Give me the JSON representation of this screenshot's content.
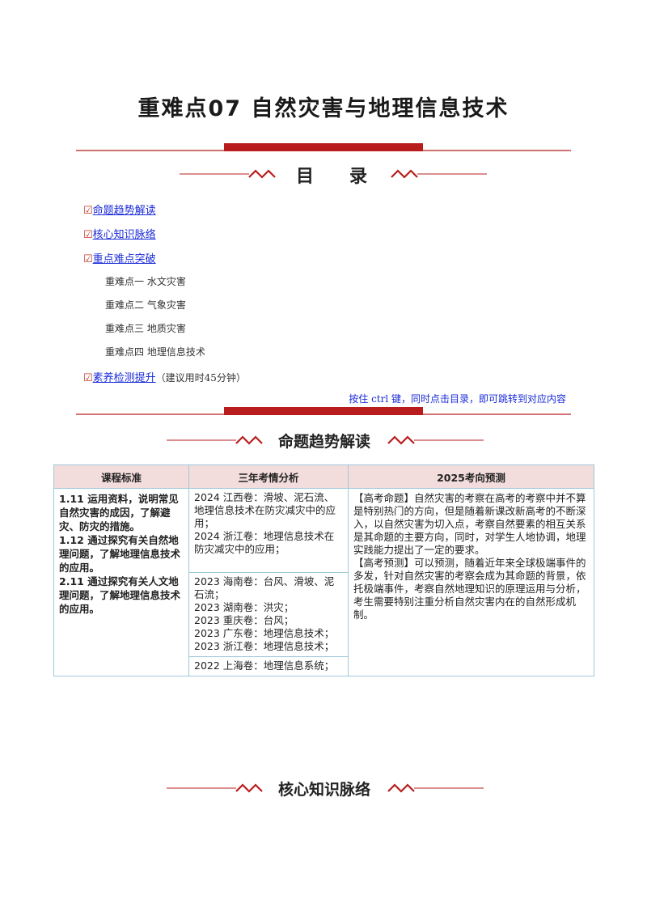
{
  "title": "重难点07 自然灾害与地理信息技术",
  "toc_heading": "目　　录",
  "toc": {
    "items": [
      {
        "label": "命题趋势解读"
      },
      {
        "label": "核心知识脉络"
      },
      {
        "label": "重点难点突破"
      }
    ],
    "subitems": [
      "重难点一  水文灾害",
      "重难点二  气象灾害",
      "重难点三  地质灾害",
      "重难点四  地理信息技术"
    ],
    "last_item": {
      "label": "素养检测提升",
      "suffix": "（建议用时45分钟）"
    },
    "note": "按住 ctrl 键，同时点击目录，即可跳转到对应内容"
  },
  "section1": {
    "title": "命题趋势解读"
  },
  "table": {
    "headers": [
      "课程标准",
      "三年考情分析",
      "2025考向预测"
    ],
    "standards": [
      "1.11 运用资料，说明常见自然灾害的成因，了解避灾、防灾的措施。",
      "1.12 通过探究有关自然地理问题，了解地理信息技术的应用。",
      "2.11 通过探究有关人文地理问题，了解地理信息技术的应用。"
    ],
    "analysis_blocks": [
      [
        "2024 江西卷：滑坡、泥石流、地理信息技术在防灾减灾中的应用；",
        "2024 浙江卷：地理信息技术在防灾减灾中的应用；"
      ],
      [
        "2023 海南卷：台风、滑坡、泥石流；",
        "2023 湖南卷：洪灾；",
        "2023 重庆卷：台风；",
        "2023 广东卷：地理信息技术；",
        "2023 浙江卷：地理信息技术；"
      ],
      [
        "2022 上海卷：地理信息系统；"
      ]
    ],
    "prediction": [
      "【高考命题】自然灾害的考察在高考的考察中并不算是特别热门的方向，但是随着新课改新高考的不断深入，以自然灾害为切入点，考察自然要素的相互关系是其命题的主要方向，同时，对学生人地协调，地理实践能力提出了一定的要求。",
      "【高考预测】可以预测，随着近年来全球极端事件的多发，针对自然灾害的考察会成为其命题的背景，依托极端事件，考察自然地理知识的原理运用与分析，考生需要特别注重分析自然灾害内在的自然形成机制。"
    ]
  },
  "section2": {
    "title": "核心知识脉络"
  },
  "colors": {
    "accent": "#b81c1c",
    "link": "#1a2bd8",
    "table_header": "#f3dcdc",
    "table_border": "#9fc9d9"
  },
  "icons": [
    "checkbox-icon",
    "wave-ornament-icon"
  ]
}
